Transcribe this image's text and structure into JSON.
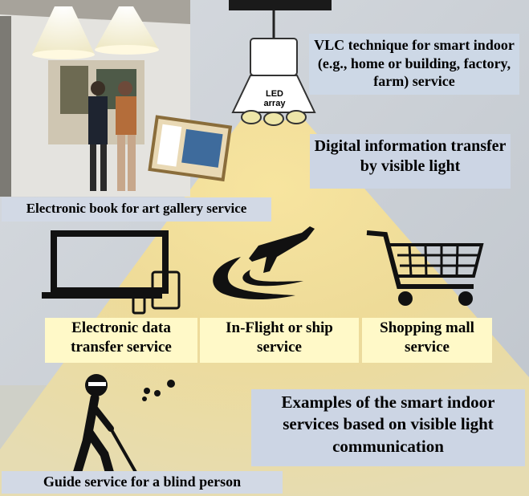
{
  "labels": {
    "vlc_technique": "VLC technique for smart indoor (e.g., home or building, factory, farm) service",
    "led_array": "LED array",
    "digital_info": "Digital information transfer by visible light",
    "art_gallery": "Electronic book for art gallery service",
    "electronic_data": "Electronic data transfer  service",
    "in_flight": "In-Flight or ship service",
    "shopping_mall": "Shopping mall service",
    "examples": "Examples of the smart indoor services based on visible light communication",
    "blind_guide": "Guide service for a blind person"
  },
  "colors": {
    "label_box": "#ccd5e4",
    "service_box": "#fff9c8",
    "light_beam": "#f6d66a",
    "room_background": "#c9ced3"
  },
  "icons": [
    "gallery-scene",
    "led-lamp-icon",
    "tv-monitor-icon",
    "tablet-icon",
    "phone-icon",
    "airplane-icon",
    "shopping-cart-icon",
    "blind-person-icon"
  ]
}
